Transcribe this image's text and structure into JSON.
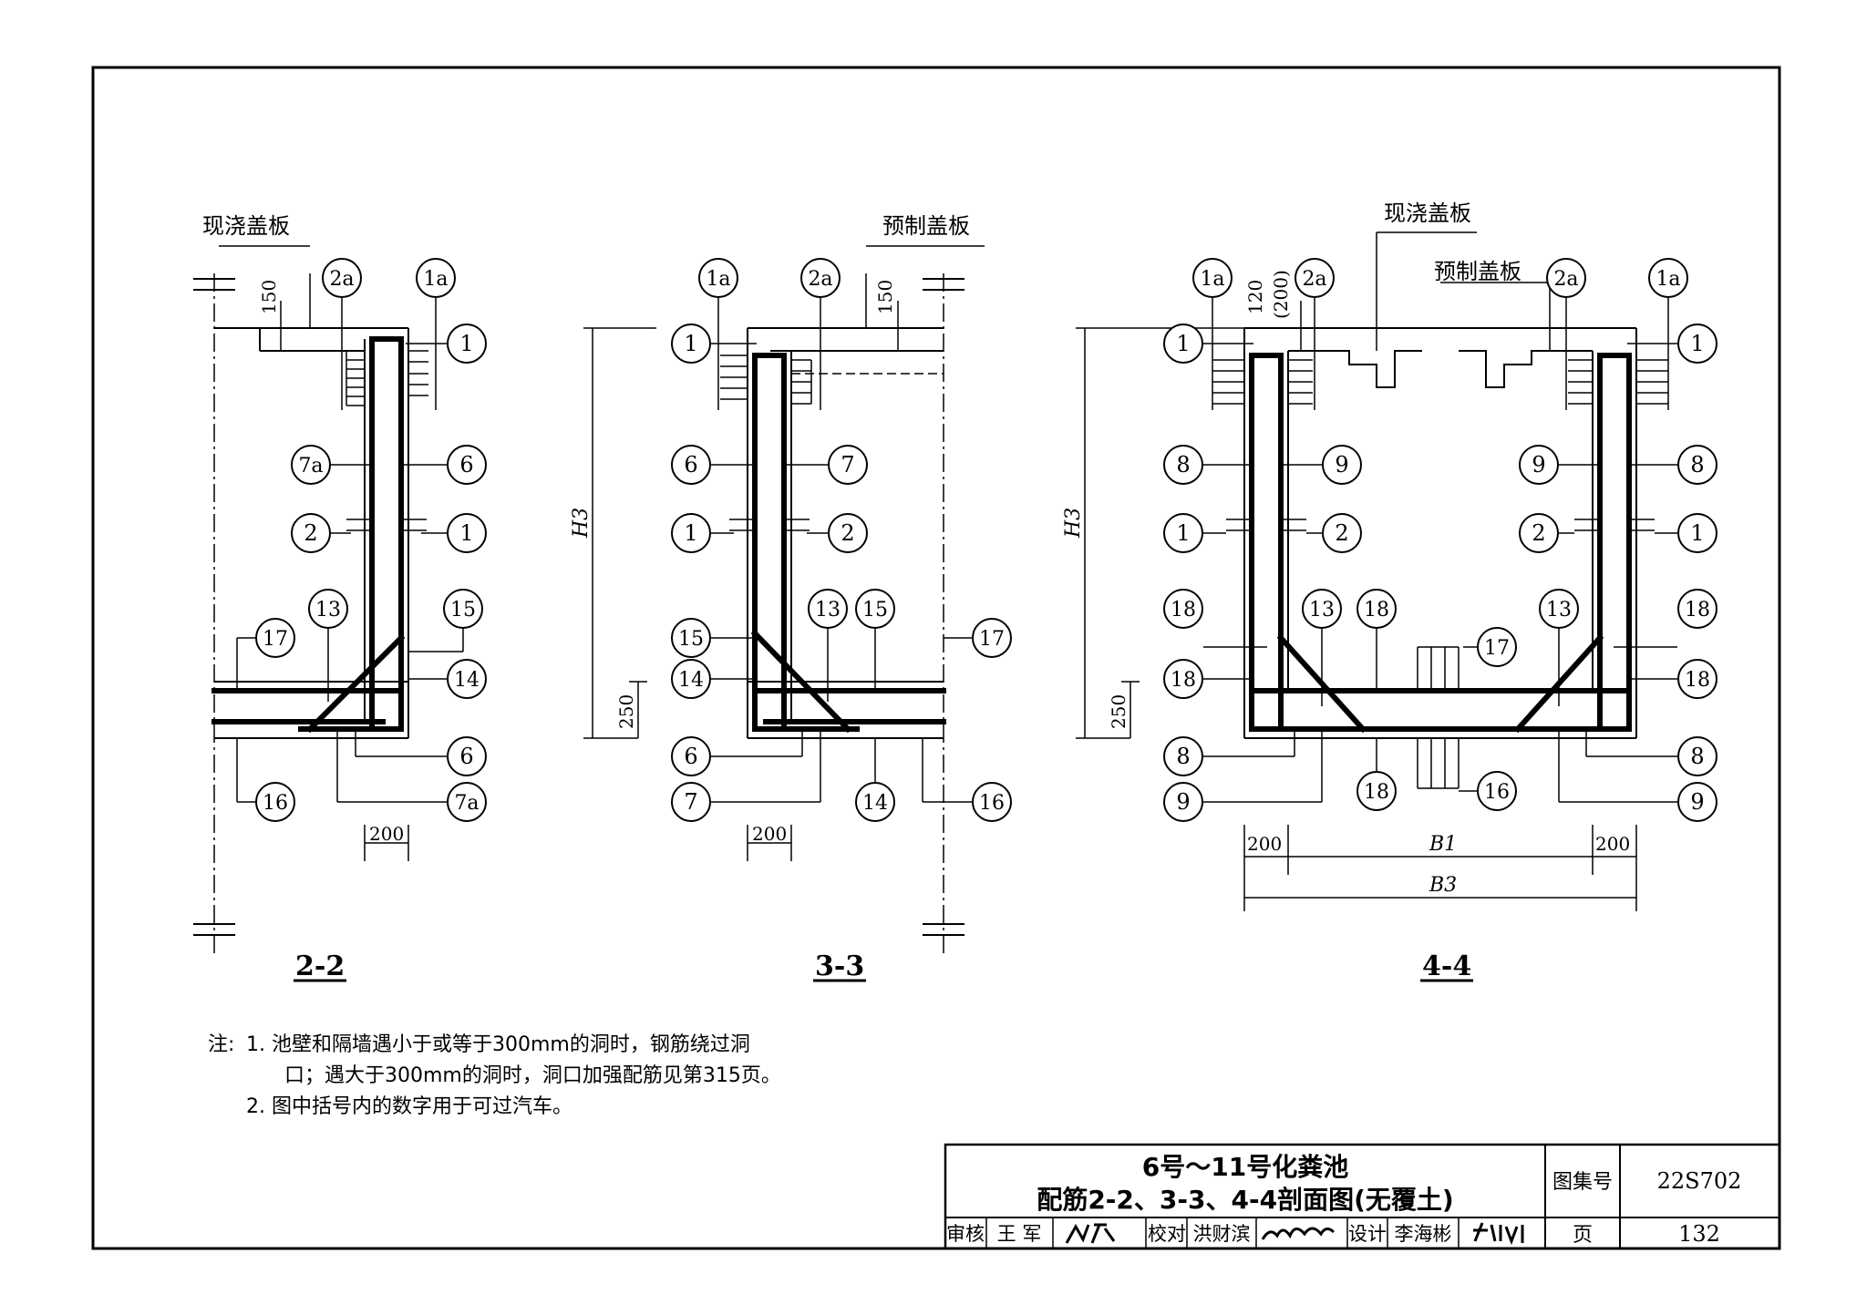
{
  "sections": {
    "s22": {
      "title": "2-2",
      "label_top": "现浇盖板",
      "dim_top": "150",
      "dim_bottom": "200"
    },
    "s33": {
      "title": "3-3",
      "label_top": "预制盖板",
      "dim_top": "150",
      "dim_bottom": "200",
      "h3": "H3",
      "dim_250": "250"
    },
    "s44": {
      "title": "4-4",
      "label_cast": "现浇盖板",
      "label_precast": "预制盖板",
      "dim_top": "120",
      "dim_top_paren": "(200)",
      "dim_left": "200",
      "dim_right": "200",
      "b1": "B1",
      "b3": "B3",
      "h3": "H3",
      "dim_250": "250"
    }
  },
  "bubbles": {
    "s22": [
      "2a",
      "1a",
      "1",
      "7a",
      "6",
      "2",
      "1",
      "13",
      "15",
      "17",
      "14",
      "6",
      "16",
      "7a"
    ],
    "s33": [
      "1a",
      "2a",
      "1",
      "6",
      "7",
      "1",
      "2",
      "15",
      "13",
      "15",
      "17",
      "14",
      "6",
      "7",
      "14",
      "16"
    ],
    "s44": [
      "1a",
      "2a",
      "2a",
      "1a",
      "1",
      "1",
      "8",
      "9",
      "9",
      "8",
      "1",
      "2",
      "2",
      "1",
      "18",
      "13",
      "18",
      "13",
      "18",
      "17",
      "18",
      "18",
      "8",
      "8",
      "9",
      "18",
      "16",
      "9"
    ]
  },
  "notes": {
    "prefix": "注:",
    "n1a": "1. 池壁和隔墙遇小于或等于300mm的洞时，钢筋绕过洞",
    "n1b": "口；遇大于300mm的洞时，洞口加强配筋见第315页。",
    "n2": "2. 图中括号内的数字用于可过汽车。"
  },
  "titleblock": {
    "title1": "6号～11号化粪池",
    "title2": "配筋2-2、3-3、4-4剖面图(无覆土)",
    "atlas_label": "图集号",
    "atlas_no": "22S702",
    "page_label": "页",
    "page_no": "132",
    "review_label": "审核",
    "review_name": "王 军",
    "check_label": "校对",
    "check_name": "洪财滨",
    "design_label": "设计",
    "design_name": "李海彬"
  }
}
